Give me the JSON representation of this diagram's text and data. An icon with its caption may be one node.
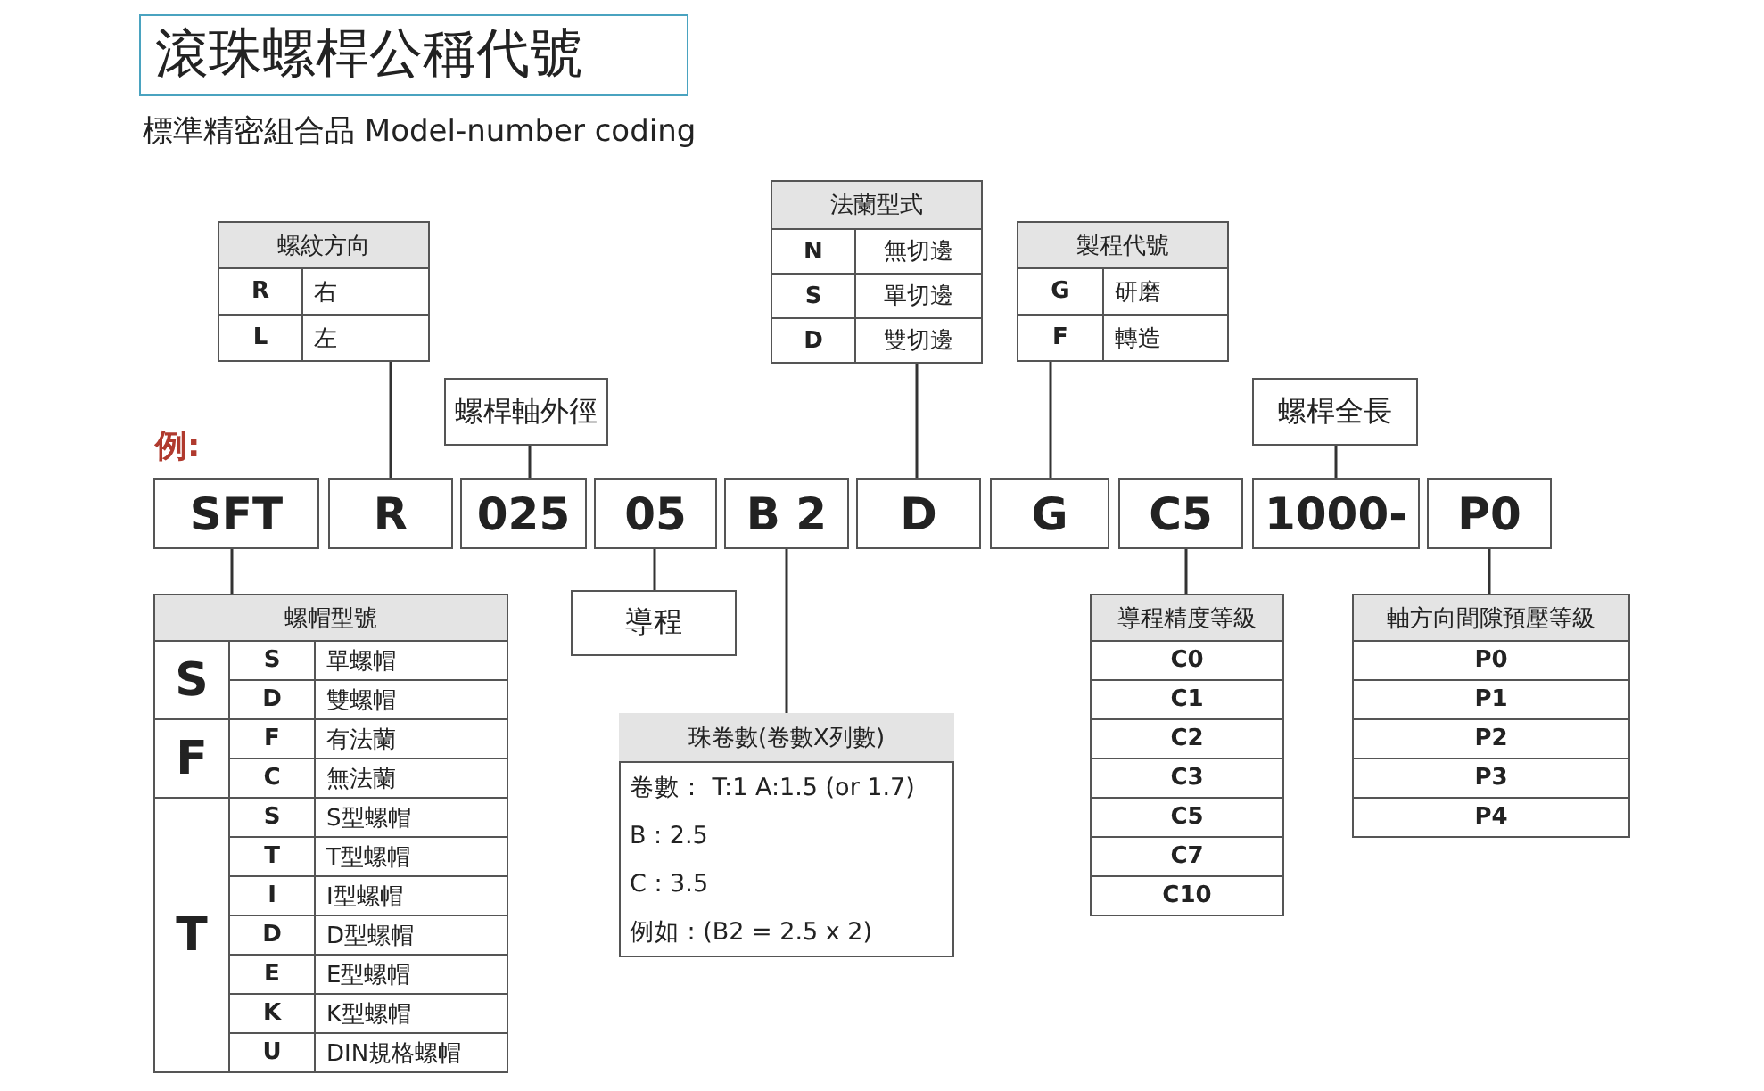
{
  "diagram": {
    "title": "滾珠螺桿公稱代號",
    "nodes": [
      {
        "text": [
          "SFT"
        ]
      },
      {
        "text": [
          "R"
        ]
      },
      {
        "text": [
          "025"
        ]
      },
      {
        "text": [
          "05"
        ]
      },
      {
        "text": [
          "B 2"
        ]
      },
      {
        "text": [
          "D"
        ]
      },
      {
        "text": [
          "G"
        ]
      },
      {
        "text": [
          "C5"
        ]
      },
      {
        "text": [
          "1000-"
        ]
      },
      {
        "text": [
          "P0"
        ]
      },
      {
        "text": [
          "螺紋方向",
          "R",
          "右",
          "L",
          "左"
        ]
      },
      {
        "text": [
          "螺桿軸外徑"
        ]
      },
      {
        "text": [
          "法蘭型式",
          "N",
          "無切邊",
          "S",
          "單切邊",
          "D",
          "雙切邊"
        ]
      },
      {
        "text": [
          "製程代號",
          "G",
          "研磨",
          "F",
          "轉造"
        ]
      },
      {
        "text": [
          "螺桿全長"
        ]
      },
      {
        "text": [
          "螺帽型號",
          "S",
          "S",
          "單螺帽",
          "D",
          "雙螺帽",
          "F",
          "F",
          "有法蘭",
          "C",
          "無法蘭",
          "T",
          "S",
          "S型螺帽",
          "T",
          "T型螺帽",
          "I",
          "I型螺帽",
          "D",
          "D型螺帽",
          "E",
          "E型螺帽",
          "K",
          "K型螺帽",
          "U",
          "DIN規格螺帽"
        ]
      },
      {
        "text": [
          "導程"
        ]
      },
      {
        "text": [
          "珠卷數(卷數X列數)",
          "卷數： T:1  A:1.5 (or 1.7)",
          "B : 2.5",
          "C : 3.5",
          "例如 : (B2 = 2.5 x 2)"
        ]
      },
      {
        "text": [
          "導程精度等級",
          "C0",
          "C1",
          "C2",
          "C3",
          "C5",
          "C7",
          "C10"
        ]
      },
      {
        "text": [
          "軸方向間隙預壓等級",
          "P0",
          "P1",
          "P2",
          "P3",
          "P4"
        ]
      }
    ],
    "edges": [
      {
        "from": 10,
        "to": 1,
        "arrow": "none"
      },
      {
        "from": 11,
        "to": 2,
        "arrow": "none"
      },
      {
        "from": 12,
        "to": 5,
        "arrow": "none"
      },
      {
        "from": 13,
        "to": 6,
        "arrow": "none"
      },
      {
        "from": 14,
        "to": 8,
        "arrow": "none"
      },
      {
        "from": 0,
        "to": 15,
        "arrow": "none"
      },
      {
        "from": 3,
        "to": 16,
        "arrow": "none"
      },
      {
        "from": 4,
        "to": 17,
        "arrow": "none"
      },
      {
        "from": 7,
        "to": 18,
        "arrow": "none"
      },
      {
        "from": 9,
        "to": 19,
        "arrow": "none"
      }
    ],
    "labels": [
      "標準精密組合品 Model-number coding",
      "例:"
    ]
  }
}
